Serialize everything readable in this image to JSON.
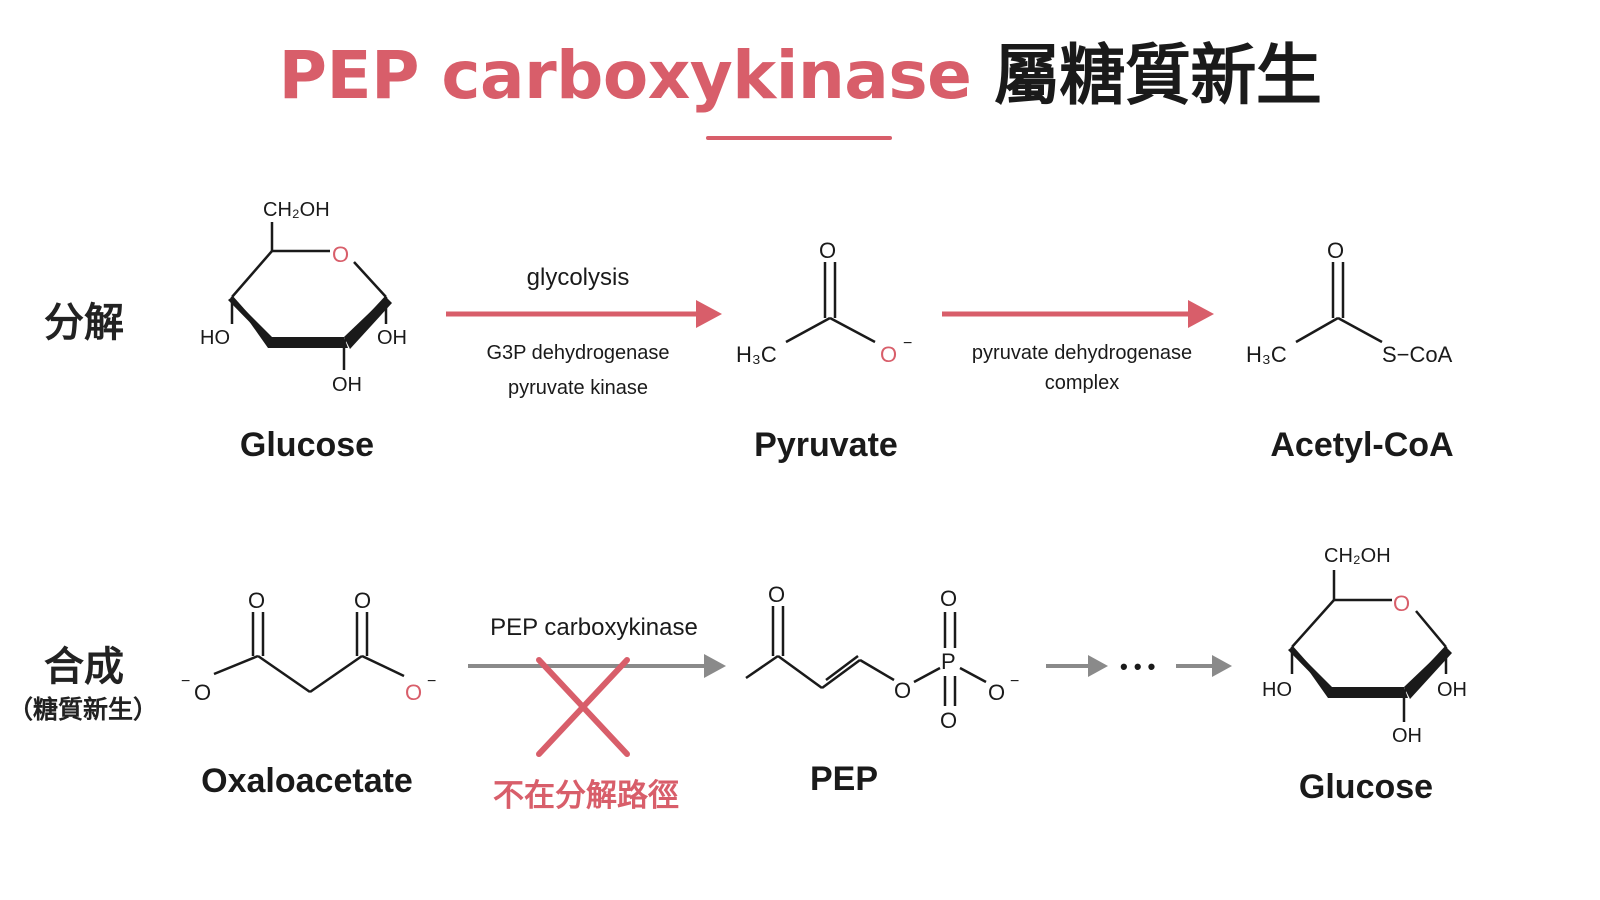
{
  "title": {
    "highlight": "PEP carboxykinase",
    "rest": "屬糖質新生"
  },
  "colors": {
    "accent": "#d85e6a",
    "grey_arrow": "#8a8a8a",
    "text": "#1a1a1a"
  },
  "catabolism": {
    "label": "分解",
    "compounds": [
      "Glucose",
      "Pyruvate",
      "Acetyl-CoA"
    ],
    "arrow1": {
      "top": "glycolysis",
      "bottom_line1": "G3P dehydrogenase",
      "bottom_line2": "pyruvate kinase"
    },
    "arrow2": {
      "line1": "pyruvate dehydrogenase",
      "line2": "complex"
    }
  },
  "anabolism": {
    "label": "合成",
    "sublabel": "（糖質新生）",
    "compounds": [
      "Oxaloacetate",
      "PEP",
      "Glucose"
    ],
    "arrow1": {
      "top": "PEP carboxykinase",
      "note": "不在分解路徑"
    },
    "ellipsis": "• • •"
  },
  "atoms": {
    "O": "O",
    "OH": "OH",
    "HO": "HO",
    "CH2OH": "CH₂OH",
    "H3C": "H₃C",
    "SCoA": "S−CoA",
    "P": "P",
    "minus": "−"
  }
}
